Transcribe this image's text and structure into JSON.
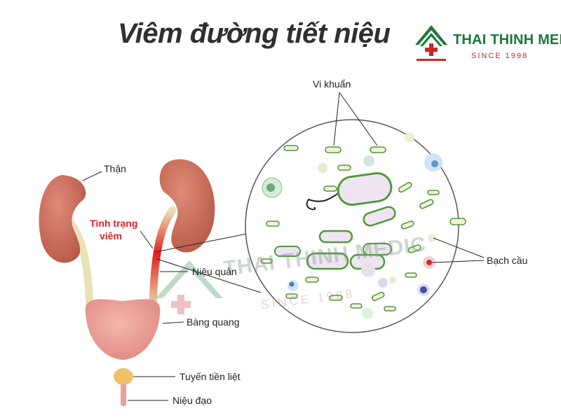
{
  "title": "Viêm đường tiết niệu",
  "brand": {
    "name": "THAI THINH MEDIC",
    "since": "SINCE 1998",
    "green": "#1a7a3a",
    "red": "#c8262c"
  },
  "labels": {
    "kidney": "Thận",
    "inflammation_line1": "Tình trạng",
    "inflammation_line2": "viêm",
    "ureter": "Niệu quản",
    "bladder": "Bàng quang",
    "prostate": "Tuyến tiền liệt",
    "urethra": "Niệu đạo",
    "bacteria": "Vi khuẩn",
    "white_blood_cells": "Bạch cầu"
  },
  "watermark": {
    "name": "THAI THINH MEDIC",
    "since": "SINCE 1998"
  },
  "colors": {
    "kidney": "#c86a5a",
    "ureter": "#e8e2b4",
    "bladder": "#e9a09a",
    "prostate": "#f3c06a",
    "inflamed": "#e02020",
    "bacteria_stroke": "#4f9a3a"
  }
}
